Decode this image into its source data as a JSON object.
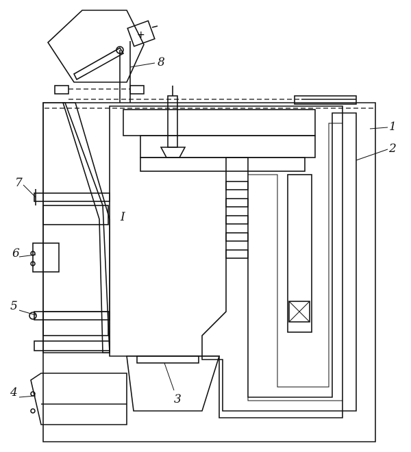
{
  "labels": {
    "l1": "1",
    "l2": "2",
    "l3": "3",
    "l4": "4",
    "l5": "5",
    "l6": "6",
    "l7": "7",
    "l8": "8",
    "chamber": "I"
  }
}
